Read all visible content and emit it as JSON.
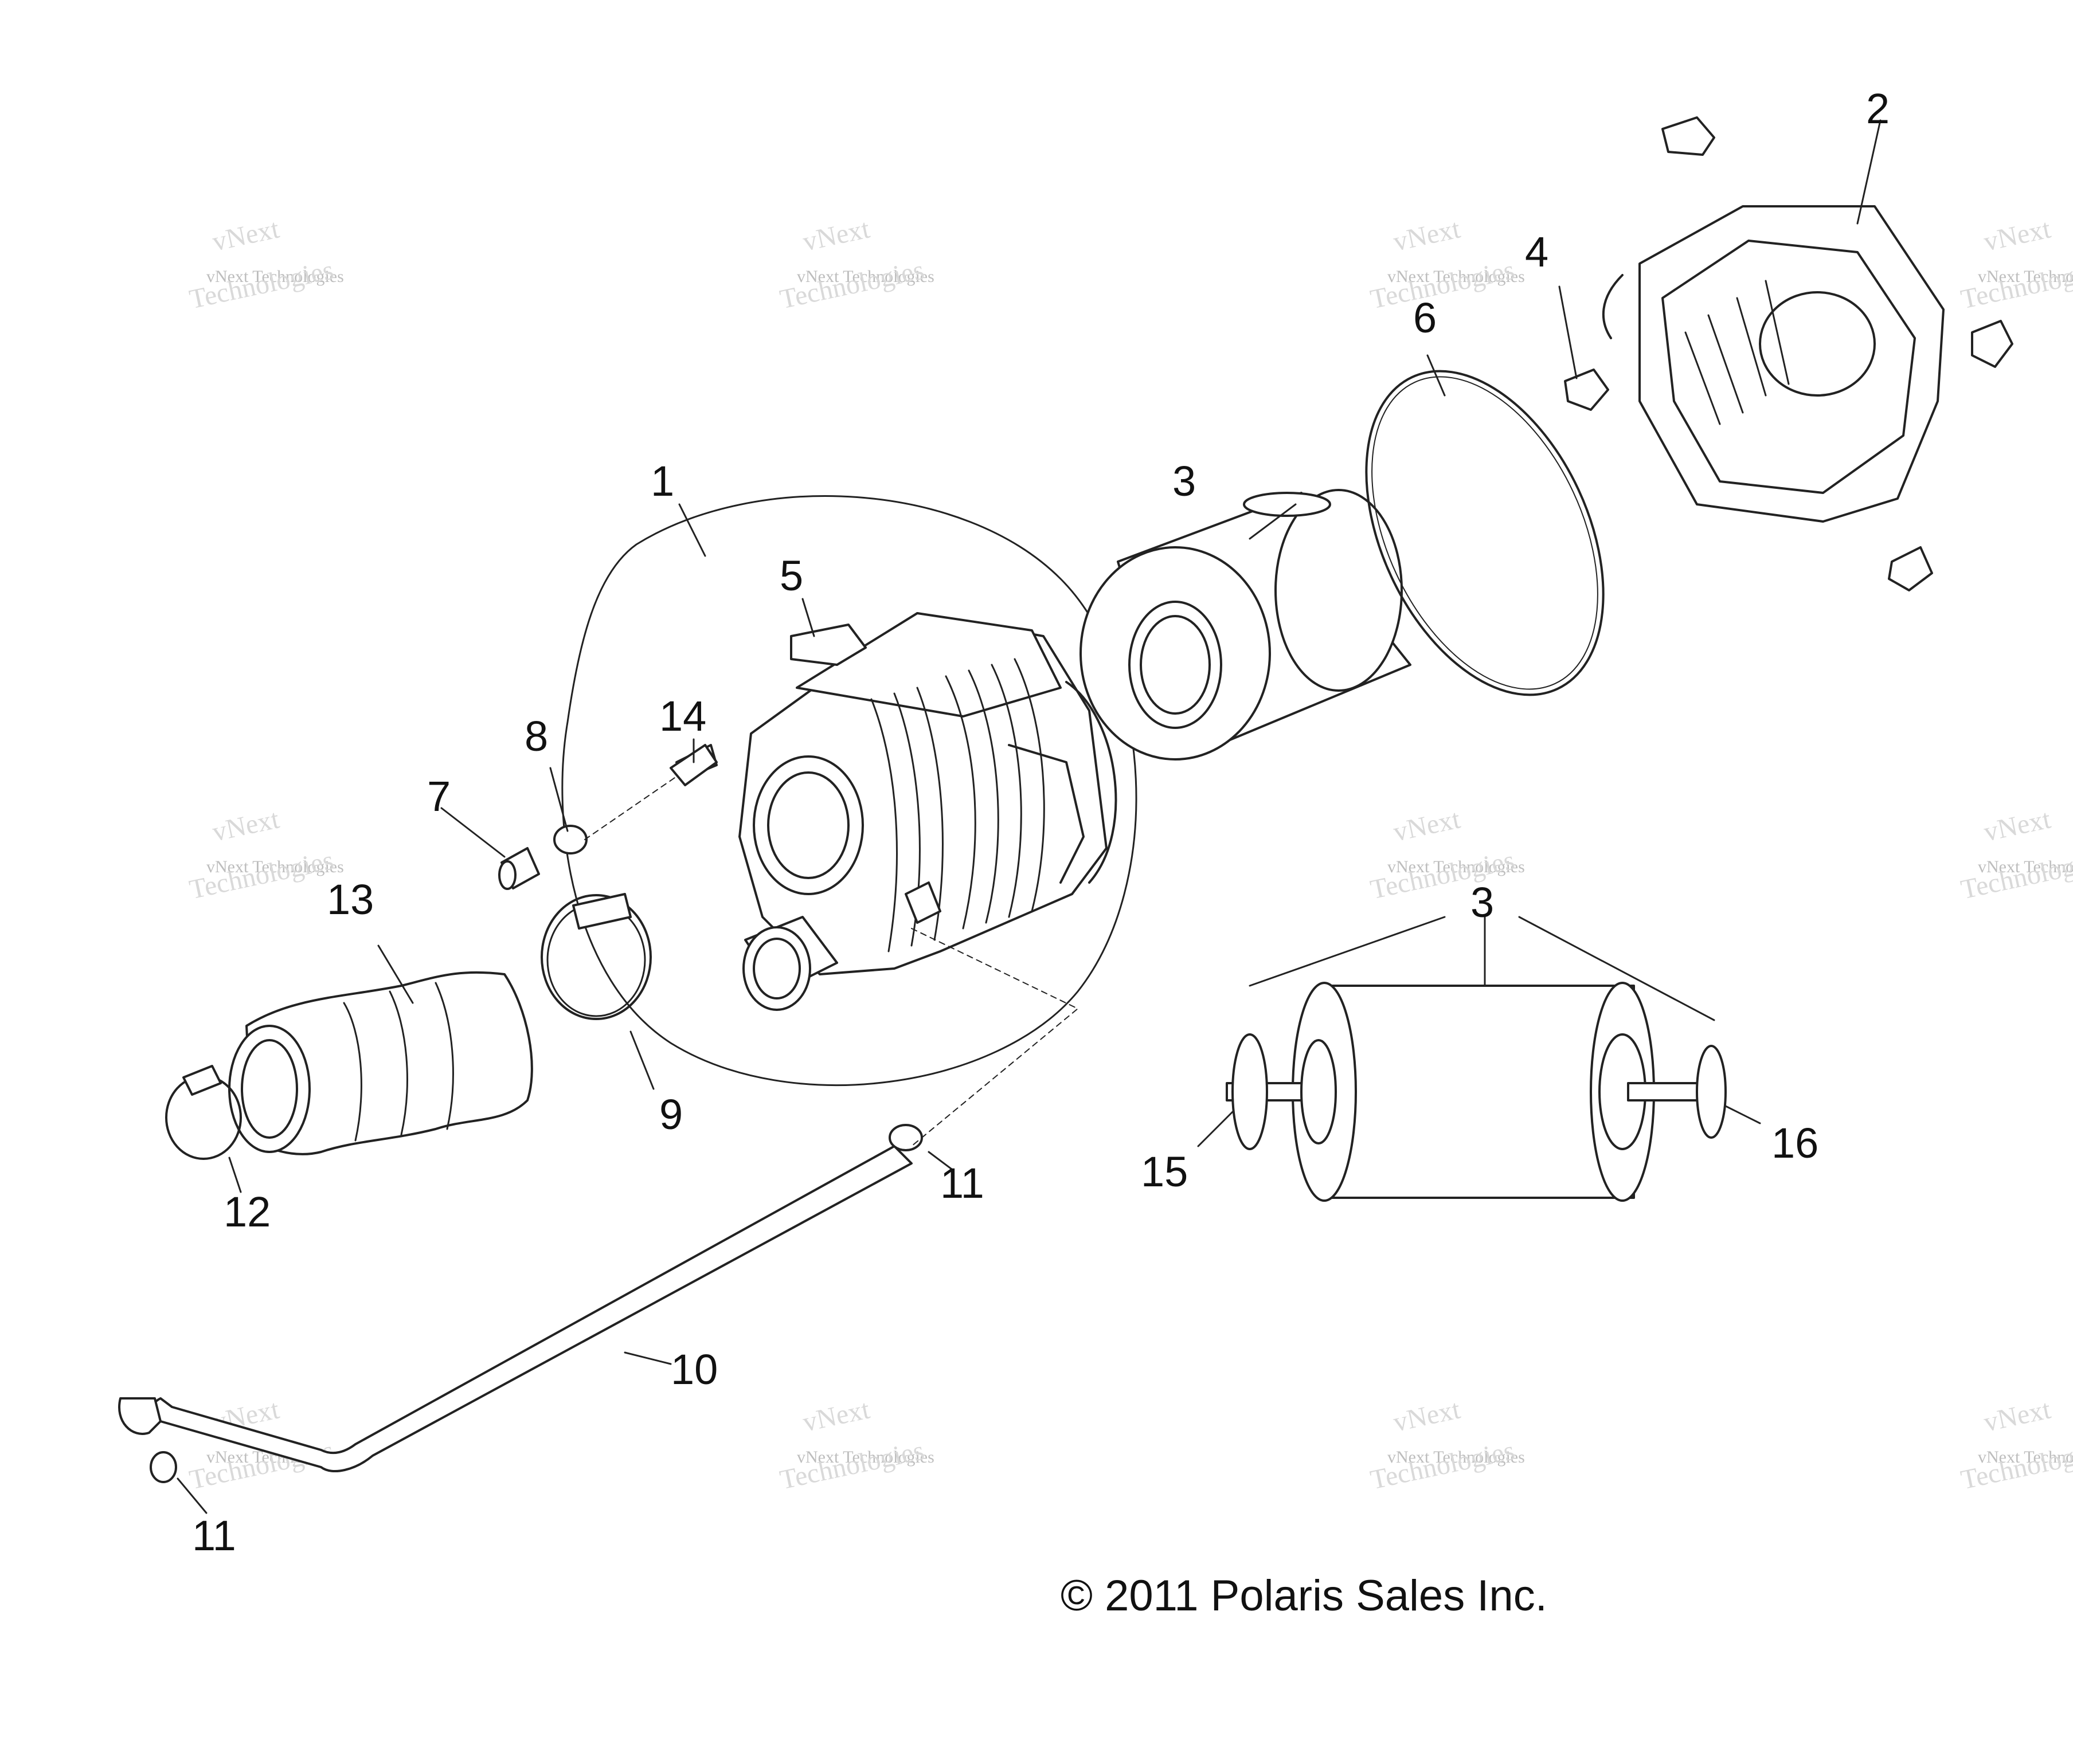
{
  "callouts": {
    "c1": "1",
    "c2": "2",
    "c3a": "3",
    "c3b": "3",
    "c4": "4",
    "c5": "5",
    "c6": "6",
    "c7": "7",
    "c8": "8",
    "c9": "9",
    "c10": "10",
    "c11a": "11",
    "c11b": "11",
    "c12": "12",
    "c13": "13",
    "c14": "14",
    "c15": "15",
    "c16": "16"
  },
  "watermark": {
    "line1": "vNext Technologies",
    "line2": "vNext",
    "line3": "Technologies"
  },
  "copyright": "© 2011  Polaris Sales Inc."
}
